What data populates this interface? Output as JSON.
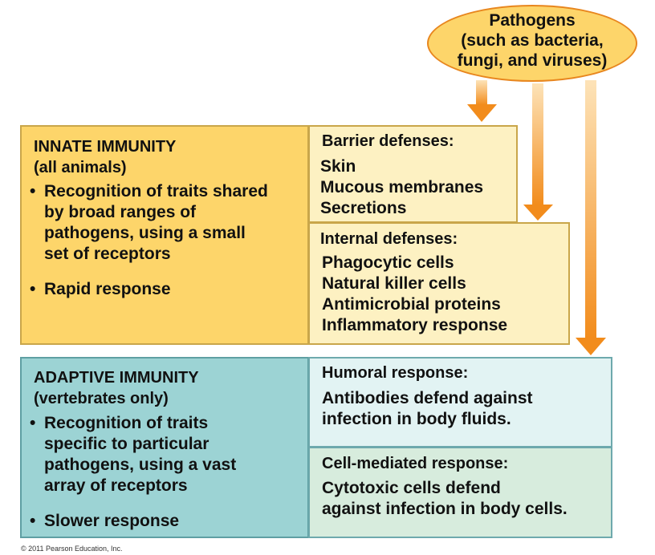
{
  "pathogens": {
    "line1": "Pathogens",
    "line2": "(such as bacteria,",
    "line3": "fungi, and viruses)"
  },
  "innate": {
    "title": "INNATE IMMUNITY",
    "subtitle": "(all animals)",
    "bullet1": [
      "Recognition of traits shared",
      "by broad ranges of",
      "pathogens, using a small",
      "set of receptors"
    ],
    "bullet2": "Rapid response",
    "barrier": {
      "heading": "Barrier defenses:",
      "items": [
        "Skin",
        "Mucous membranes",
        "Secretions"
      ]
    },
    "internal": {
      "heading": "Internal defenses:",
      "items": [
        "Phagocytic cells",
        "Natural killer cells",
        "Antimicrobial proteins",
        "Inflammatory response"
      ]
    }
  },
  "adaptive": {
    "title": "ADAPTIVE IMMUNITY",
    "subtitle": "(vertebrates only)",
    "bullet1": [
      "Recognition of traits",
      "specific to particular",
      "pathogens, using a vast",
      "array of receptors"
    ],
    "bullet2": "Slower response",
    "humoral": {
      "heading": "Humoral response:",
      "body": [
        "Antibodies defend against",
        "infection in body fluids."
      ]
    },
    "cellmed": {
      "heading": "Cell-mediated response:",
      "body": [
        "Cytotoxic cells defend",
        "against infection in body cells."
      ]
    }
  },
  "bullet_glyph": "•",
  "copyright": "© 2011 Pearson Education, Inc.",
  "colors": {
    "innate_fill": "#fdd56a",
    "innate_light": "#fdf1c2",
    "adaptive_fill": "#9cd3d4",
    "humoral_fill": "#e2f3f3",
    "cellmed_fill": "#d7ecdd",
    "arrow": "#f39a2b"
  }
}
